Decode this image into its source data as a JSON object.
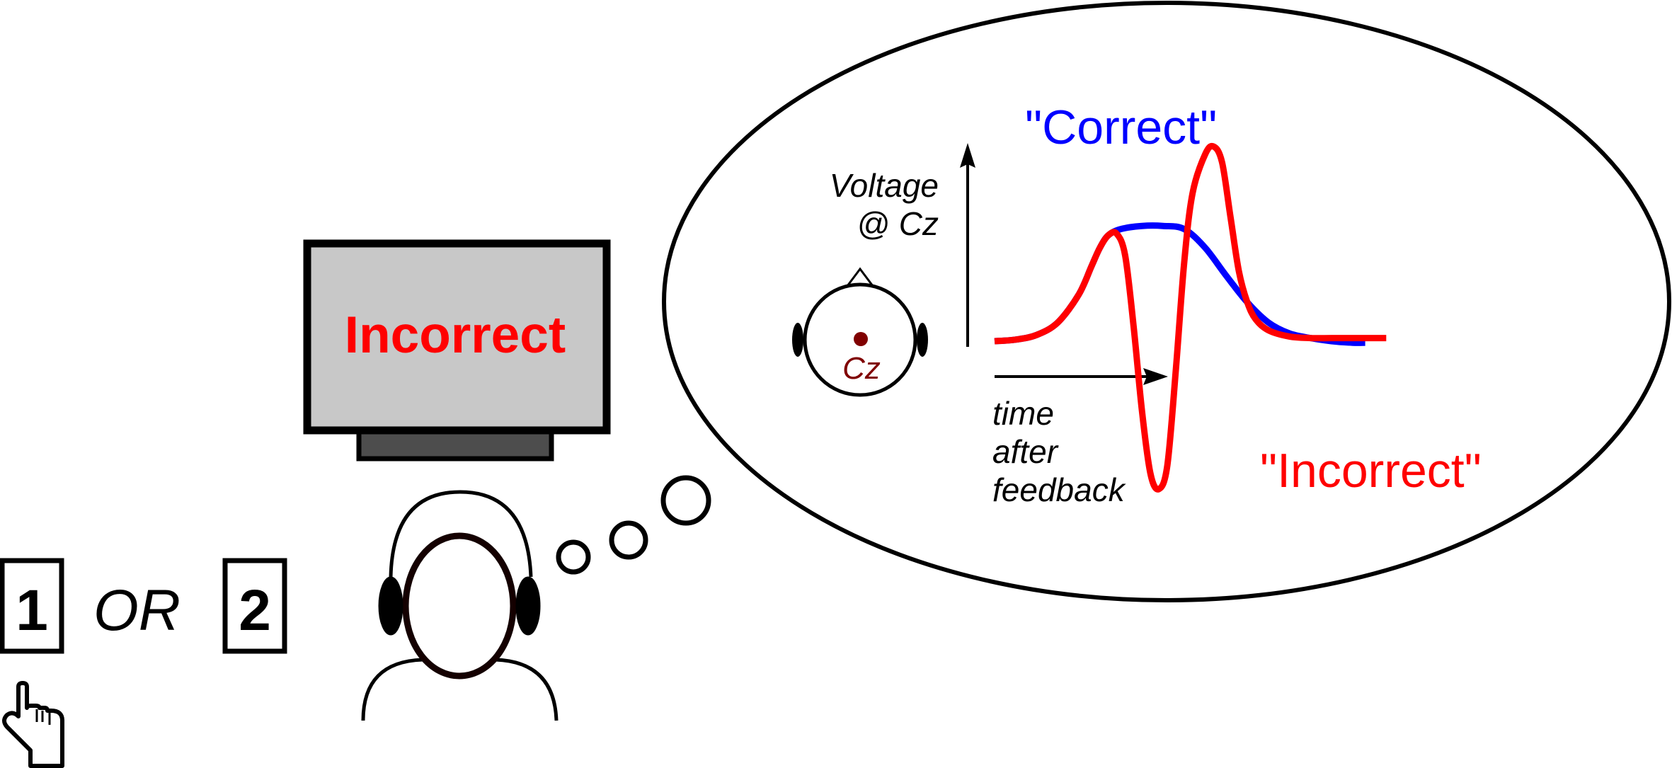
{
  "figure": {
    "title": "Feedback-related ERP thought-bubble diagram",
    "colors": {
      "correct": "#0000ff",
      "incorrect": "#ff0000",
      "electrode": "#800000",
      "monitor_screen": "#c8c8c8",
      "monitor_stand": "#4d4d4d",
      "outline": "#000000"
    }
  },
  "response": {
    "option_1": "1",
    "connector": "OR",
    "option_2": "2",
    "hand_icon": "pointing-hand-icon"
  },
  "monitor": {
    "feedback_text": "Incorrect"
  },
  "thought_bubble": {
    "head_icon": "scalp-top-view-icon",
    "electrode_label": "Cz",
    "y_axis_label_line1": "Voltage",
    "y_axis_label_line2": "@ Cz",
    "x_axis_label_line1": "time",
    "x_axis_label_line2": "after",
    "x_axis_label_line3": "feedback"
  },
  "chart_data": {
    "type": "line",
    "title": "",
    "xlabel": "time after feedback",
    "ylabel": "Voltage @ Cz",
    "grid": false,
    "xlim": [
      0,
      1
    ],
    "ylim": [
      -1,
      1.3
    ],
    "series": [
      {
        "name": "\"Correct\"",
        "color": "#0000ff",
        "x": [
          0.0,
          0.05,
          0.1,
          0.15,
          0.2,
          0.23,
          0.25,
          0.27,
          0.3,
          0.35,
          0.4,
          0.45,
          0.5,
          0.55,
          0.6,
          0.65,
          0.7,
          0.75,
          0.8,
          0.85,
          0.88
        ],
        "y": [
          0.0,
          0.01,
          0.04,
          0.12,
          0.3,
          0.48,
          0.6,
          0.68,
          0.72,
          0.74,
          0.74,
          0.72,
          0.6,
          0.42,
          0.25,
          0.12,
          0.05,
          0.02,
          0.0,
          -0.01,
          -0.01
        ]
      },
      {
        "name": "\"Incorrect\"",
        "color": "#ff0000",
        "x": [
          0.0,
          0.05,
          0.1,
          0.15,
          0.2,
          0.23,
          0.25,
          0.27,
          0.29,
          0.31,
          0.33,
          0.35,
          0.37,
          0.39,
          0.41,
          0.43,
          0.45,
          0.47,
          0.5,
          0.52,
          0.54,
          0.56,
          0.58,
          0.6,
          0.62,
          0.65,
          0.7,
          0.75,
          0.8,
          0.85,
          0.9,
          0.93
        ],
        "y": [
          0.0,
          0.01,
          0.04,
          0.12,
          0.3,
          0.48,
          0.6,
          0.68,
          0.69,
          0.55,
          0.1,
          -0.45,
          -0.85,
          -0.95,
          -0.8,
          -0.2,
          0.5,
          0.95,
          1.2,
          1.25,
          1.15,
          0.8,
          0.45,
          0.25,
          0.14,
          0.07,
          0.03,
          0.02,
          0.02,
          0.02,
          0.02,
          0.02
        ]
      }
    ],
    "annotations": [
      {
        "text": "\"Correct\"",
        "color": "#0000ff",
        "position": "top-left of peak"
      },
      {
        "text": "\"Incorrect\"",
        "color": "#ff0000",
        "position": "bottom-right"
      }
    ]
  }
}
